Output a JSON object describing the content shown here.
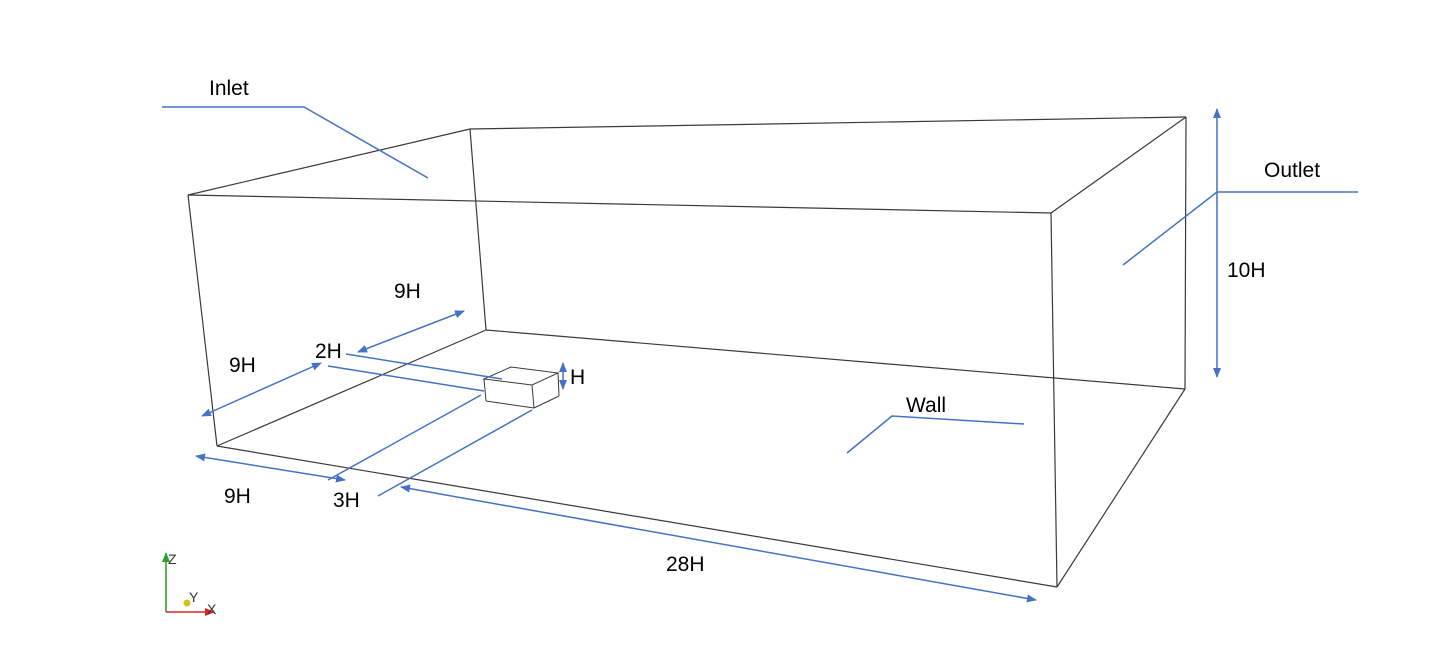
{
  "labels": {
    "inlet": "Inlet",
    "outlet": "Outlet",
    "wall": "Wall",
    "height_domain": "10H",
    "upstream_top": "9H",
    "side_left": "9H",
    "cube_width": "2H",
    "cube_height": "H",
    "side_bottom": "9H",
    "cube_depth": "3H",
    "downstream": "28H"
  },
  "axes": {
    "z": "Z",
    "y": "Y",
    "x": "X"
  },
  "colors": {
    "edge": "#3a3a3a",
    "dimension": "#4472c4",
    "axis_z": "#2ca02c",
    "axis_x": "#d62728",
    "axis_y": "#d4c21a"
  }
}
